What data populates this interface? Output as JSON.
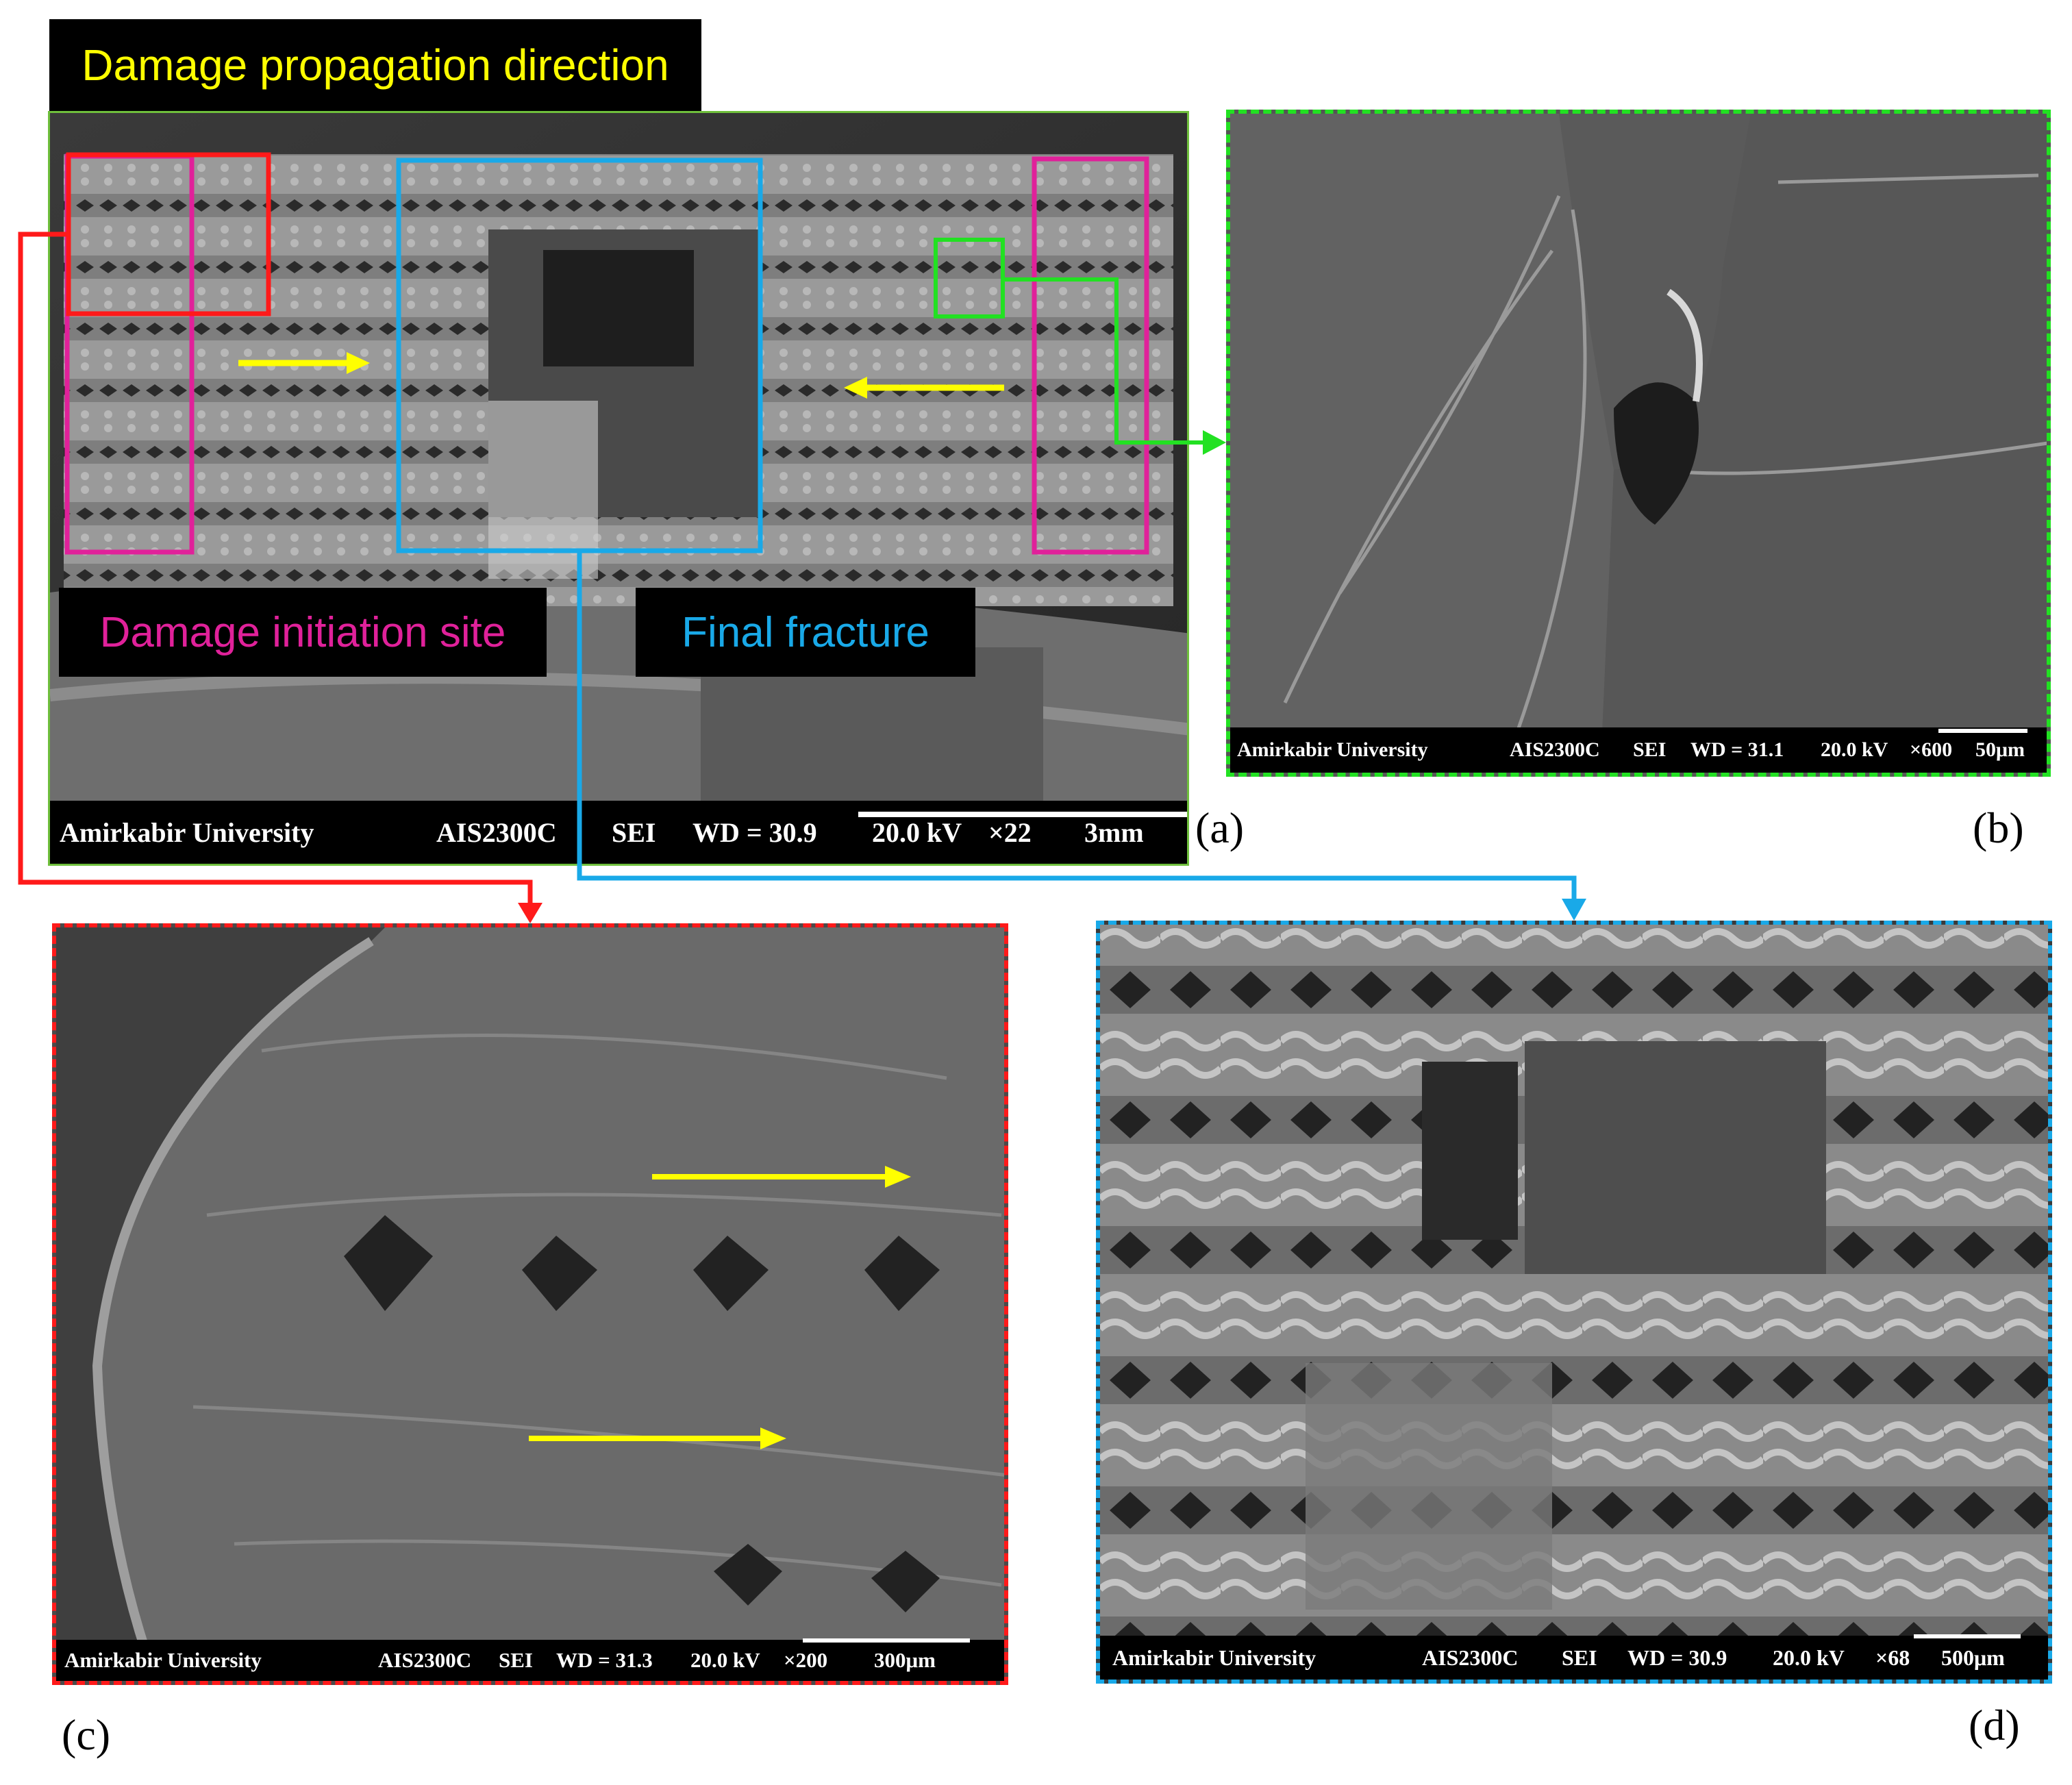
{
  "colors": {
    "yellow": "#ffff00",
    "magenta": "#e0219a",
    "red": "#ff1a1a",
    "blue": "#19a9e8",
    "green": "#22e122",
    "panel_a_border": "#6fbf3c"
  },
  "panel_a": {
    "title": "Damage propagation direction",
    "label_initiation": "Damage initiation site",
    "label_final": "Final fracture",
    "bar": {
      "university": "Amirkabir University",
      "model": "AIS2300C",
      "mode": "SEI",
      "wd": "WD = 30.9",
      "kv": "20.0 kV",
      "mag": "×22",
      "scale": "3mm"
    },
    "letter": "(a)"
  },
  "panel_b": {
    "bar": {
      "university": "Amirkabir University",
      "model": "AIS2300C",
      "mode": "SEI",
      "wd": "WD = 31.1",
      "kv": "20.0 kV",
      "mag": "×600",
      "scale": "50μm"
    },
    "letter": "(b)"
  },
  "panel_c": {
    "bar": {
      "university": "Amirkabir University",
      "model": "AIS2300C",
      "mode": "SEI",
      "wd": "WD = 31.3",
      "kv": "20.0 kV",
      "mag": "×200",
      "scale": "300μm"
    },
    "letter": "(c)"
  },
  "panel_d": {
    "bar": {
      "university": "Amirkabir University",
      "model": "AIS2300C",
      "mode": "SEI",
      "wd": "WD = 30.9",
      "kv": "20.0 kV",
      "mag": "×68",
      "scale": "500μm"
    },
    "letter": "(d)"
  }
}
